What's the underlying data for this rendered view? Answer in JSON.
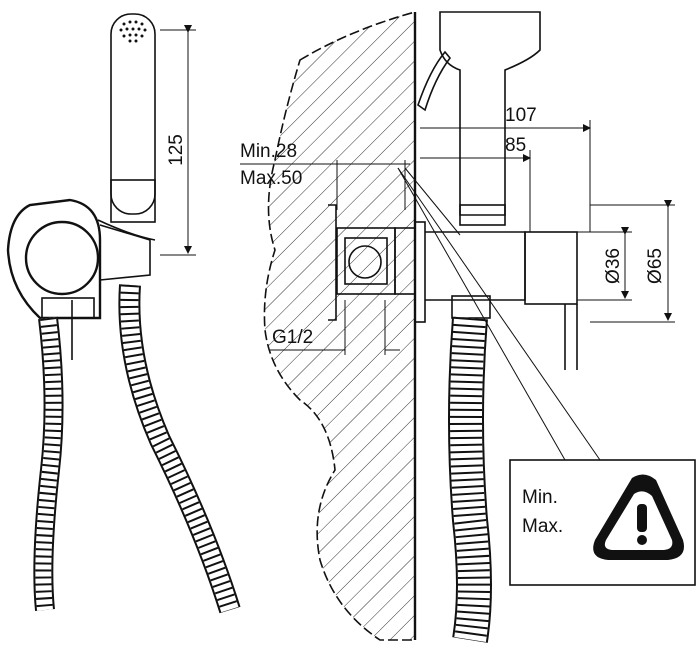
{
  "dimensions": {
    "handset_length": "125",
    "depth_min": "Min.28",
    "depth_max": "Max.50",
    "thread": "G1/2",
    "projection_total": "107",
    "projection_body": "85",
    "outlet_diameter": "Ø36",
    "flange_diameter": "Ø65"
  },
  "warning": {
    "min_label": "Min.",
    "max_label": "Max.",
    "icon": "warning-triangle-icon"
  }
}
